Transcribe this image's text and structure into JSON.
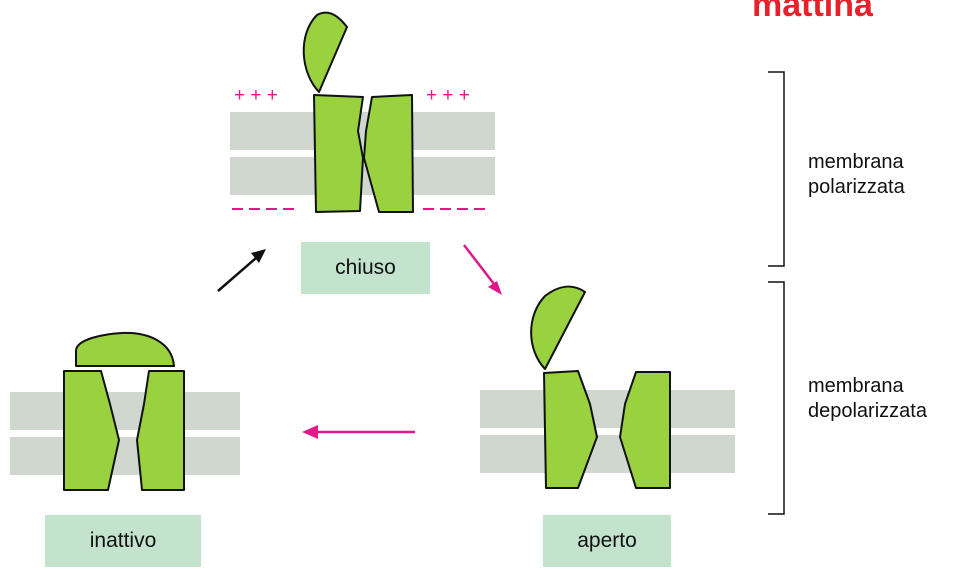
{
  "colors": {
    "membrane": "#d0d7cf",
    "protein": "#9ad13f",
    "outline": "#111111",
    "charge": "#e0198a",
    "arrow_pink": "#e0198a",
    "arrow_black": "#111111",
    "label_box": "#c3e3cc",
    "title_red": "#e8202a"
  },
  "header": {
    "title_fragment": "mattina"
  },
  "states": {
    "closed": {
      "label": "chiuso"
    },
    "open": {
      "label": "aperto"
    },
    "inactive": {
      "label": "inattivo"
    }
  },
  "charges": {
    "top_left": "+ + +",
    "top_right": "+ + +"
  },
  "brackets": {
    "polarized": {
      "line1": "membrana",
      "line2": "polarizzata"
    },
    "depolarized": {
      "line1": "membrana",
      "line2": "depolarizzata"
    }
  }
}
